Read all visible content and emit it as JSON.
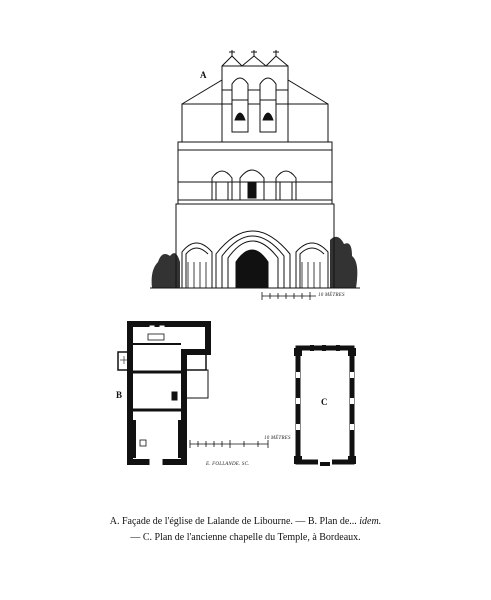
{
  "figure_labels": {
    "a": "A",
    "b": "B",
    "c": "C"
  },
  "scales": {
    "facade_scale": "10 MÈTRES",
    "plan_scale": "10 MÈTRES",
    "engraver": "E. FOLLANDE. SC."
  },
  "caption": {
    "line1_main": "A. Façade de l'église de Lalande de Libourne. — B. Plan de... ",
    "line1_italic": "idem.",
    "line2": "— C. Plan de l'ancienne chapelle du Temple, à Bordeaux."
  },
  "colors": {
    "ink": "#111111",
    "paper": "#ffffff"
  }
}
